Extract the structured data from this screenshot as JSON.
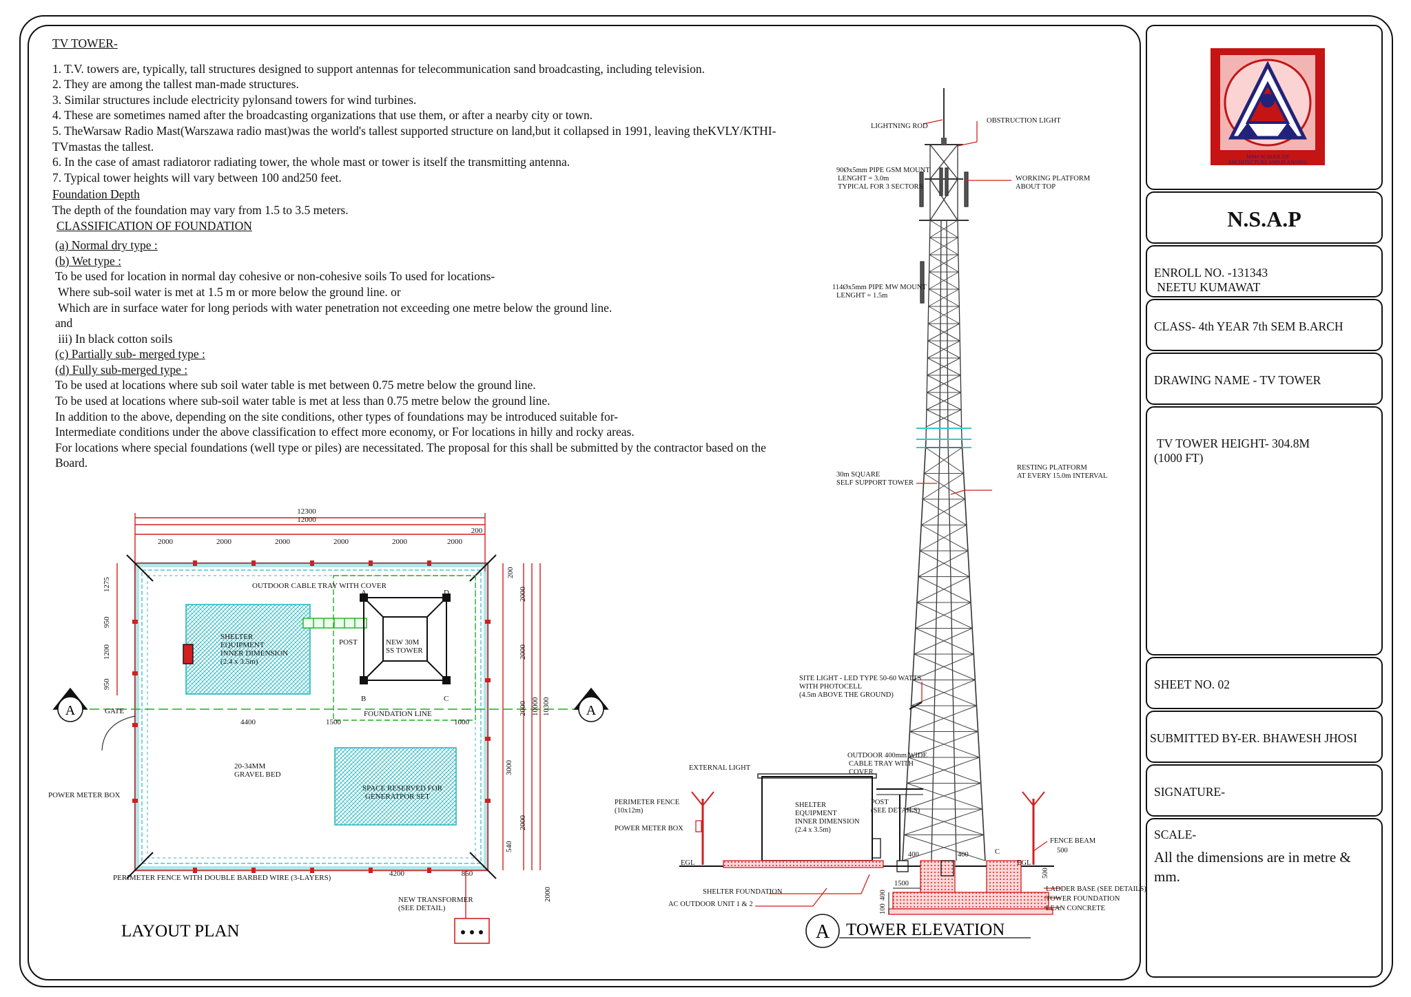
{
  "text": {
    "heading": "TV TOWER-",
    "points": [
      "1.  T.V. towers are, typically, tall structures designed to support antennas for telecommunication sand broadcasting, including television.",
      "2. They are among the tallest man-made structures.",
      "3. Similar structures include electricity pylonsand towers for wind turbines.",
      "4. These are sometimes named after the broadcasting organizations that use them, or after a nearby city or town.",
      "5. TheWarsaw Radio Mast(Warszawa radio mast)was the world's tallest supported structure on land,but it collapsed in 1991, leaving theKVLY/KTHI-TVmastas the tallest.",
      "6. In the case of amast radiatoror radiating tower, the whole mast or tower is itself the transmitting antenna.",
      "7. Typical tower heights will vary between 100 and250 feet."
    ],
    "foundation_depth_title": "Foundation Depth",
    "foundation_depth_text": "The depth of the foundation may vary from 1.5 to 3.5 meters.",
    "classification_title": "CLASSIFICATION OF FOUNDATION",
    "type_a": "(a) Normal dry type :",
    "type_b": "(b) Wet type :",
    "b_lines": [
      "To be used for location in normal day cohesive or non-cohesive soils To used for locations-",
      " Where sub-soil water is met at 1.5 m or more below the ground line. or",
      " Which are in surface water for long periods with water penetration not exceeding one metre below the ground line.",
      "and",
      " iii) In black cotton soils"
    ],
    "type_c": "(c) Partially sub- merged type :",
    "type_d": "(d) Fully sub-merged type :",
    "d_lines": [
      "To be used at locations where sub soil water table is met between 0.75 metre below the ground line.",
      "To be used at locations where sub-soil water table is met at less than 0.75 metre below the ground line.",
      "In addition to the above, depending on the site conditions, other types of foundations may be introduced suitable for-",
      "Intermediate conditions under the above classification to effect more economy, or For locations in hilly and rocky areas.",
      "For locations where special foundations (well type or piles) are necessitated. The proposal for this shall be submitted by the contractor based on the Board."
    ]
  },
  "plan": {
    "title": "LAYOUT PLAN",
    "dims_top": [
      "12300",
      "12000",
      "200"
    ],
    "dims_segments": [
      "2000",
      "2000",
      "2000",
      "2000",
      "2000",
      "2000"
    ],
    "dims_left": [
      "1275",
      "950",
      "1200",
      "950"
    ],
    "dims_right": [
      "200",
      "2000",
      "2000",
      "2000",
      "3000",
      "2000",
      "540",
      "10000",
      "10300"
    ],
    "dims_inner": [
      "4400",
      "1500",
      "1000",
      "4200",
      "850",
      "2000"
    ],
    "cable_tray": "OUTDOOR CABLE TRAY WITH COVER",
    "post": "POST",
    "shelter": [
      "SHELTER",
      "EQUIPMENT",
      "INNER DIMENSION",
      "(2.4 x 3.5m)"
    ],
    "tower": [
      "NEW 30M",
      "SS TOWER"
    ],
    "corners": [
      "A",
      "D",
      "B",
      "C"
    ],
    "foundation_line": "FOUNDATION LINE",
    "gate": "GATE",
    "section_mark": "A",
    "gravel": [
      "20-34MM",
      "GRAVEL BED"
    ],
    "generator": [
      "SPACE RESERVED FOR",
      "GENERATPOR SET"
    ],
    "power_meter": "POWER METER BOX",
    "fence": "PERIMETER FENCE WITH DOUBLE BARBED WIRE (3-LAYERS)",
    "transformer": [
      "NEW TRANSFORMER",
      "(SEE DETAIL)"
    ]
  },
  "elevation": {
    "title": "TOWER ELEVATION",
    "mark": "A",
    "lightning_rod": "LIGHTNING ROD",
    "obstruction_light": "OBSTRUCTION LIGHT",
    "gsm_mount": [
      "90Øx5mm PIPE GSM MOUNT",
      "LENGHT = 3.0m",
      "TYPICAL FOR 3 SECTORS"
    ],
    "working_platform": [
      "WORKING PLATFORM",
      "ABOUT TOP"
    ],
    "mw_mount": [
      "114Øx5mm PIPE MW MOUNT",
      "LENGHT = 1.5m"
    ],
    "resting_platform": [
      "RESTING PLATFORM",
      "AT EVERY 15.0m INTERVAL"
    ],
    "square_tower": [
      "30m SQUARE",
      "SELF SUPPORT TOWER"
    ],
    "site_light": [
      "SITE LIGHT - LED TYPE  50-60 WATTS",
      "WITH PHOTOCELL",
      "(4.5m ABOVE THE GROUND)"
    ],
    "external_light": "EXTERNAL LIGHT",
    "cable_tray": [
      "OUTDOOR 400mm WIDE",
      "CABLE TRAY WITH",
      "COVER"
    ],
    "perimeter_fence": [
      "PERIMETER FENCE",
      "(10x12m)"
    ],
    "power_meter": "POWER METER BOX",
    "shelter": [
      "SHELTER",
      "EQUIPMENT",
      "INNER DIMENSION",
      "(2.4 x 3.5m)"
    ],
    "post": [
      "POST",
      "(SEE DETAILS)"
    ],
    "fence_beam": "FENCE BEAM",
    "egl": "EGL",
    "dims": [
      "400",
      "400",
      "1500",
      "400",
      "100",
      "500",
      "500"
    ],
    "c_mark": "C",
    "shelter_foundation": "SHELTER FOUNDATION",
    "ac_unit": "AC OUTDOOR UNIT 1 & 2",
    "ladder_base": "LADDER BASE (SEE DETAILS)",
    "tower_foundation": "TOWER FOUNDATION",
    "lean_concrete": "LEAN CONCRETE"
  },
  "title_block": {
    "logo_text": [
      "NIMS SCHOOL OF",
      "ARCHITECTURE AND PLANNING"
    ],
    "org": "N.S.A.P",
    "enroll": "ENROLL NO. -131343",
    "name": " NEETU KUMAWAT",
    "class": "CLASS- 4th YEAR 7th SEM B.ARCH",
    "drawing": "DRAWING NAME - TV TOWER",
    "height1": " TV TOWER HEIGHT- 304.8M",
    "height2": "(1000 FT)",
    "sheet": "SHEET NO. 02",
    "submitted": "SUBMITTED BY-ER. BHAWESH JHOSI",
    "signature": "SIGNATURE-",
    "scale": "SCALE-",
    "scale_note": "All the dimensions are in metre & mm."
  },
  "colors": {
    "red": "#d21f1f",
    "cyan": "#33c7cc",
    "green": "#22aa22",
    "dark_red": "#8a1010"
  }
}
